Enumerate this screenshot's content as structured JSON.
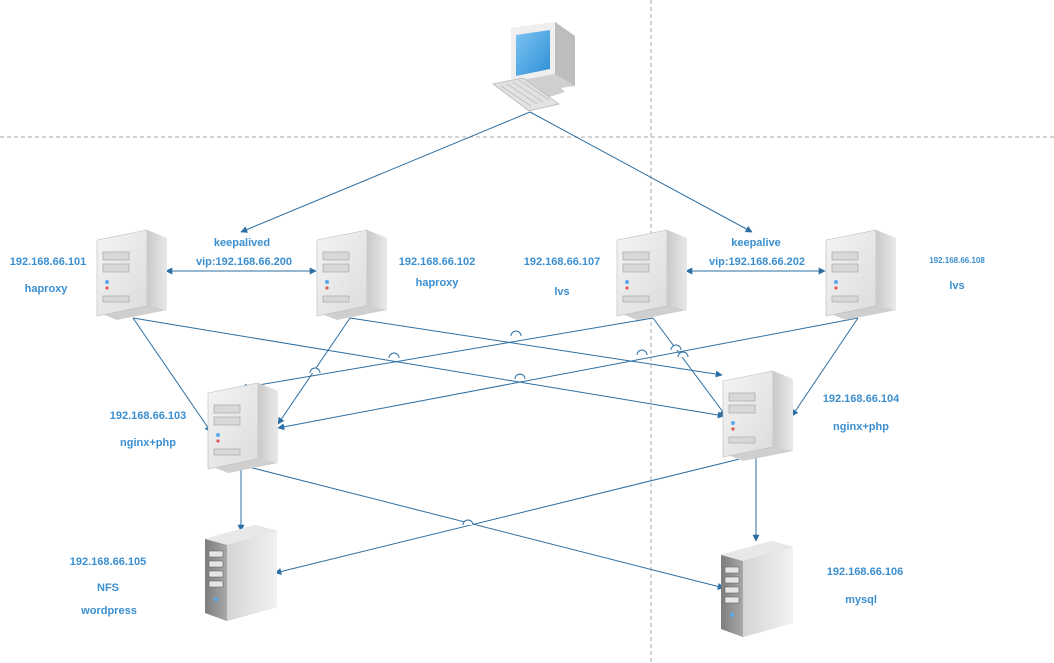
{
  "colors": {
    "label": "#3b8fd0",
    "link": "#2d6fa3",
    "guide": "#a8a8a8",
    "monitor_screen": "#4aa3e0"
  },
  "client": {
    "icon": "desktop-computer-icon"
  },
  "nodes": {
    "haproxy1": {
      "ip": "192.168.66.101",
      "role": "haproxy",
      "icon": "tower-server-icon"
    },
    "haproxy2": {
      "ip": "192.168.66.102",
      "role": "haproxy",
      "icon": "tower-server-icon"
    },
    "lvs1": {
      "ip": "192.168.66.107",
      "role": "lvs",
      "icon": "tower-server-icon"
    },
    "lvs2": {
      "ip": "192.168.66.108",
      "role": "lvs",
      "icon": "tower-server-icon"
    },
    "web1": {
      "ip": "192.168.66.103",
      "role": "nginx+php",
      "icon": "tower-server-icon"
    },
    "web2": {
      "ip": "192.168.66.104",
      "role": "nginx+php",
      "icon": "tower-server-icon"
    },
    "nfs": {
      "ip": "192.168.66.105",
      "role": "NFS",
      "extra": "wordpress",
      "icon": "storage-server-icon"
    },
    "mysql": {
      "ip": "192.168.66.106",
      "role": "mysql",
      "icon": "storage-server-icon"
    }
  },
  "links": {
    "keepalived_left": {
      "name": "keepalived",
      "vip": "vip:192.168.66.200"
    },
    "keepalived_right": {
      "name": "keepalive",
      "vip": "vip:192.168.66.202"
    }
  }
}
